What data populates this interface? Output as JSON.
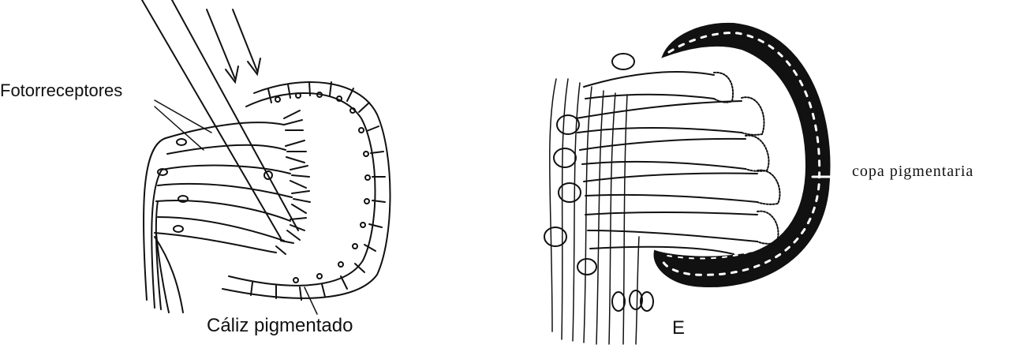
{
  "left_figure": {
    "photoreceptors_label": "Fotorreceptores",
    "pigment_cup_label": "Cáliz pigmentado"
  },
  "right_figure": {
    "pigment_cup_label": "copa pigmentaria",
    "panel_letter": "E"
  },
  "colors": {
    "ink": "#111111",
    "background": "#ffffff",
    "pigment": "#111111"
  }
}
